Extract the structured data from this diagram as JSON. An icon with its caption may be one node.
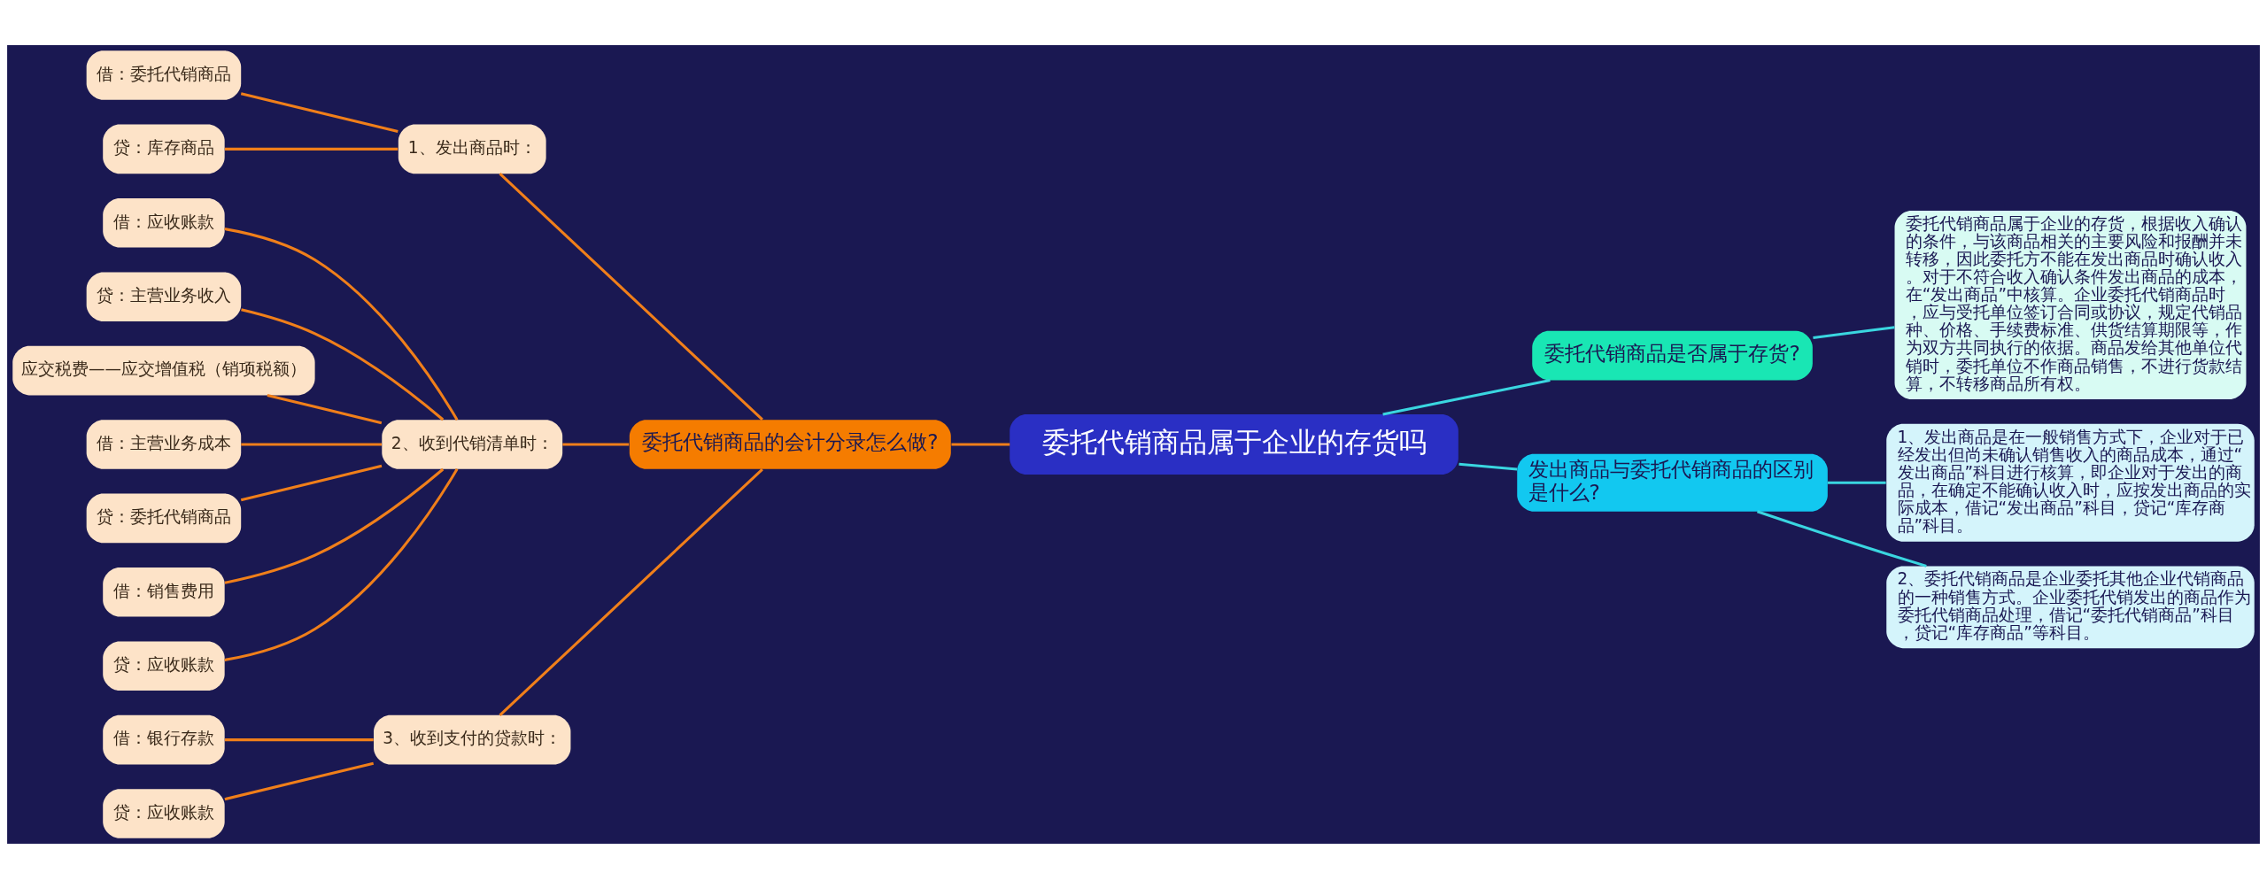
{
  "diagram": {
    "nodes": [
      {
        "text": [
          "委托代销商品属于企业的存货吗"
        ]
      },
      {
        "text": [
          "委托代销商品是否属于存货?"
        ]
      },
      {
        "text": [
          "委托代销商品属于企业的存货，根据收入确认的条件，与该商品相关的主要风险和报酬并未转移，因此委托方不能在发出商品时确认收入。对于不符合收入确认条件发出商品的成本，在“发出商品”中核算。企业委托代销商品时，应与受托单位签订合同或协议，规定代销品种、价格、手续费标准、供货结算期限等，作为双方共同执行的依据。商品发给其他单位代销时，委托单位不作商品销售，不进行货款结算，不转移商品所有权。"
        ]
      },
      {
        "text": [
          "发出商品与委托代销商品的区别是什么?"
        ]
      },
      {
        "text": [
          "1、发出商品是在一般销售方式下，企业对于已经发出但尚未确认销售收入的商品成本，通过“发出商品”科目进行核算，即企业对于发出的商品，在确定不能确认收入时，应按发出商品的实际成本，借记“发出商品”科目，贷记“库存商品”科目。"
        ]
      },
      {
        "text": [
          "2、委托代销商品是企业委托其他企业代销商品的一种销售方式。企业委托代销发出的商品作为委托代销商品处理，借记“委托代销商品”科目，贷记“库存商品”等科目。"
        ]
      },
      {
        "text": [
          "委托代销商品的会计分录怎么做?"
        ]
      },
      {
        "text": [
          "1、发出商品时："
        ]
      },
      {
        "text": [
          "借：委托代销商品"
        ]
      },
      {
        "text": [
          "贷：库存商品"
        ]
      },
      {
        "text": [
          "2、收到代销清单时："
        ]
      },
      {
        "text": [
          "借：应收账款"
        ]
      },
      {
        "text": [
          "贷：主营业务收入"
        ]
      },
      {
        "text": [
          "应交税费——应交增值税（销项税额）"
        ]
      },
      {
        "text": [
          "借：主营业务成本"
        ]
      },
      {
        "text": [
          "贷：委托代销商品"
        ]
      },
      {
        "text": [
          "借：销售费用"
        ]
      },
      {
        "text": [
          "贷：应收账款"
        ]
      },
      {
        "text": [
          "3、收到支付的贷款时："
        ]
      },
      {
        "text": [
          "借：银行存款"
        ]
      },
      {
        "text": [
          "贷：应收账款"
        ]
      }
    ],
    "edges": [
      {
        "from": 0,
        "to": 1,
        "arrow": "none",
        "color": "#3ad6e0"
      },
      {
        "from": 1,
        "to": 2,
        "arrow": "none",
        "color": "#3ad6e0"
      },
      {
        "from": 0,
        "to": 3,
        "arrow": "none",
        "color": "#3ad6e0"
      },
      {
        "from": 3,
        "to": 4,
        "arrow": "none",
        "color": "#3ad6e0"
      },
      {
        "from": 3,
        "to": 5,
        "arrow": "none",
        "color": "#3ad6e0"
      },
      {
        "from": 0,
        "to": 6,
        "arrow": "none"
      },
      {
        "from": 6,
        "to": 7,
        "arrow": "none"
      },
      {
        "from": 7,
        "to": 8,
        "arrow": "none"
      },
      {
        "from": 7,
        "to": 9,
        "arrow": "none"
      },
      {
        "from": 6,
        "to": 10,
        "arrow": "none"
      },
      {
        "from": 10,
        "to": 11,
        "arrow": "none"
      },
      {
        "from": 10,
        "to": 12,
        "arrow": "none"
      },
      {
        "from": 10,
        "to": 13,
        "arrow": "none"
      },
      {
        "from": 10,
        "to": 14,
        "arrow": "none"
      },
      {
        "from": 10,
        "to": 15,
        "arrow": "none"
      },
      {
        "from": 10,
        "to": 16,
        "arrow": "none"
      },
      {
        "from": 10,
        "to": 17,
        "arrow": "none"
      },
      {
        "from": 6,
        "to": 18,
        "arrow": "none"
      },
      {
        "from": 18,
        "to": 19,
        "arrow": "none"
      },
      {
        "from": 18,
        "to": 20,
        "arrow": "none"
      }
    ]
  }
}
